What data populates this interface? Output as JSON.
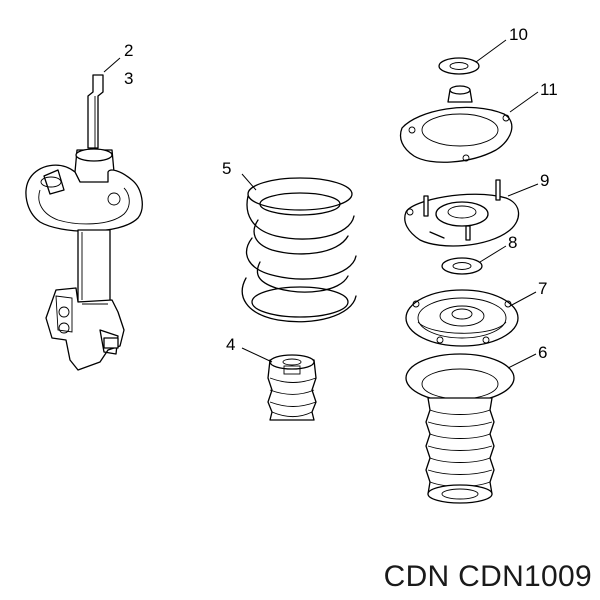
{
  "callouts": {
    "c2": "2",
    "c3": "3",
    "c4": "4",
    "c5": "5",
    "c6": "6",
    "c7": "7",
    "c8": "8",
    "c9": "9",
    "c10": "10",
    "c11": "11"
  },
  "caption": "CDN CDN1009"
}
